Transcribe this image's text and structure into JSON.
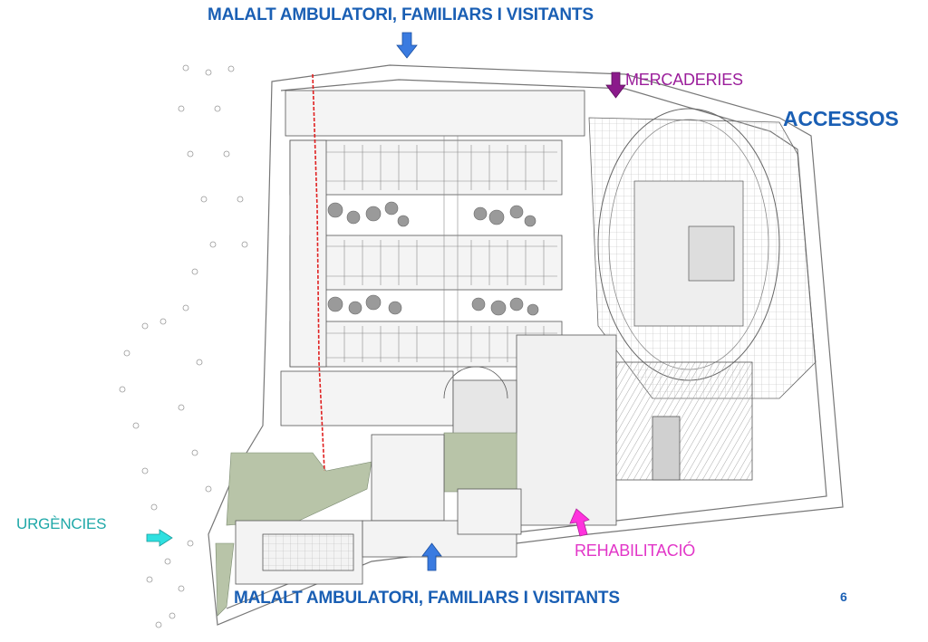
{
  "labels": {
    "top_access": "MALALT AMBULATORI, FAMILIARS I VISITANTS",
    "bottom_access": "MALALT AMBULATORI, FAMILIARS I VISITANTS",
    "goods": "MERCADERIES",
    "title": "ACCESSOS",
    "emergencies": "URGÈNCIES",
    "rehab": "REHABILITACIÓ",
    "page_number": "6"
  },
  "colors": {
    "visitors": "#3a7be0",
    "goods": "#8b1a8b",
    "emergencies": "#2ee0e0",
    "rehab": "#ff33dd",
    "route": "#e02020",
    "linework": "#555555",
    "green_area": "#b8c4a8"
  },
  "icons": [
    "arrow-down-icon",
    "arrow-up-icon",
    "arrow-right-icon"
  ]
}
